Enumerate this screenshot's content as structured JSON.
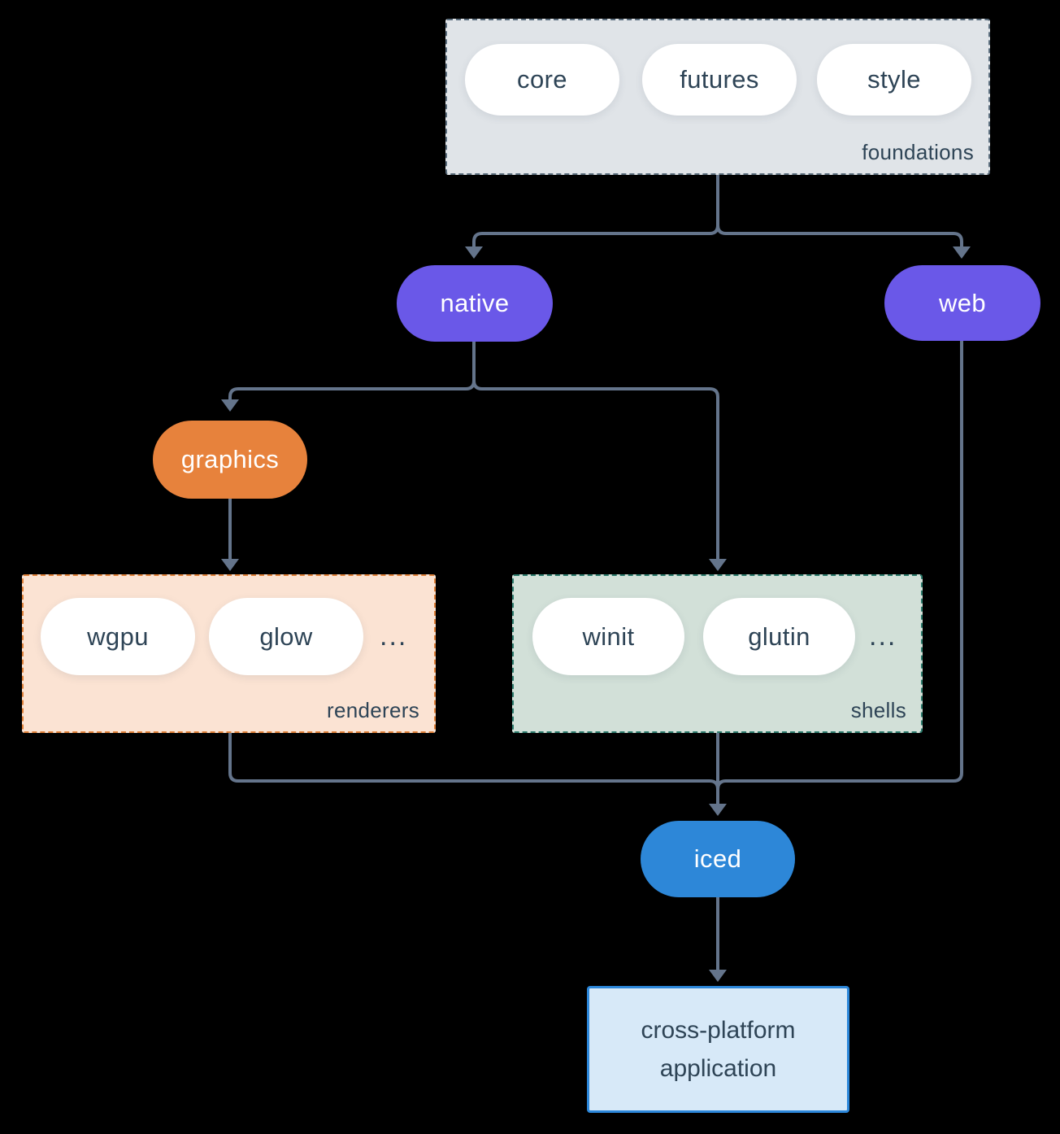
{
  "colors": {
    "background": "#000000",
    "arrow": "#64748b",
    "text-dark": "#2e4456",
    "pill-white": "#ffffff",
    "purple": "#6a58e8",
    "orange": "#e7823c",
    "blue": "#2d87d8",
    "foundations-fill": "#e0e4e8",
    "foundations-border": "#5a6c7c",
    "renderers-fill": "#fbe3d3",
    "renderers-border": "#df8038",
    "shells-fill": "#d2e0d8",
    "shells-border": "#2a796a",
    "app-fill": "#d7e9f8",
    "app-border": "#2c87da"
  },
  "groups": {
    "foundations": {
      "label": "foundations",
      "pills": [
        "core",
        "futures",
        "style"
      ]
    },
    "renderers": {
      "label": "renderers",
      "pills": [
        "wgpu",
        "glow"
      ],
      "more": "..."
    },
    "shells": {
      "label": "shells",
      "pills": [
        "winit",
        "glutin"
      ],
      "more": "..."
    }
  },
  "nodes": {
    "native": "native",
    "web": "web",
    "graphics": "graphics",
    "iced": "iced",
    "application": "cross-platform application"
  }
}
